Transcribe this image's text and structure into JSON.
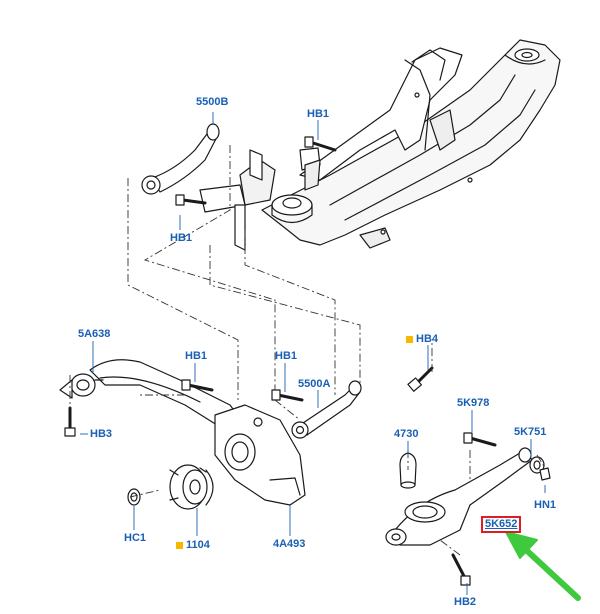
{
  "labels": {
    "p5500b": "5500B",
    "hb1_top": "HB1",
    "hb1_left": "HB1",
    "p5a638": "5A638",
    "hb3": "HB3",
    "hb1_mid_a": "HB1",
    "hb1_mid_b": "HB1",
    "p5500a": "5500A",
    "hb4": "HB4",
    "p5k978": "5K978",
    "p4730": "4730",
    "p5k751": "5K751",
    "hn1": "HN1",
    "p5k652": "5K652",
    "hc1": "HC1",
    "p1104": "1104",
    "p4a493": "4A493",
    "hb2": "HB2"
  },
  "colors": {
    "label": "#1a5fb4",
    "marker": "#f5b800",
    "highlight": "#e01b24",
    "arrow": "#3ec93e",
    "line": "#1a1a1a"
  }
}
